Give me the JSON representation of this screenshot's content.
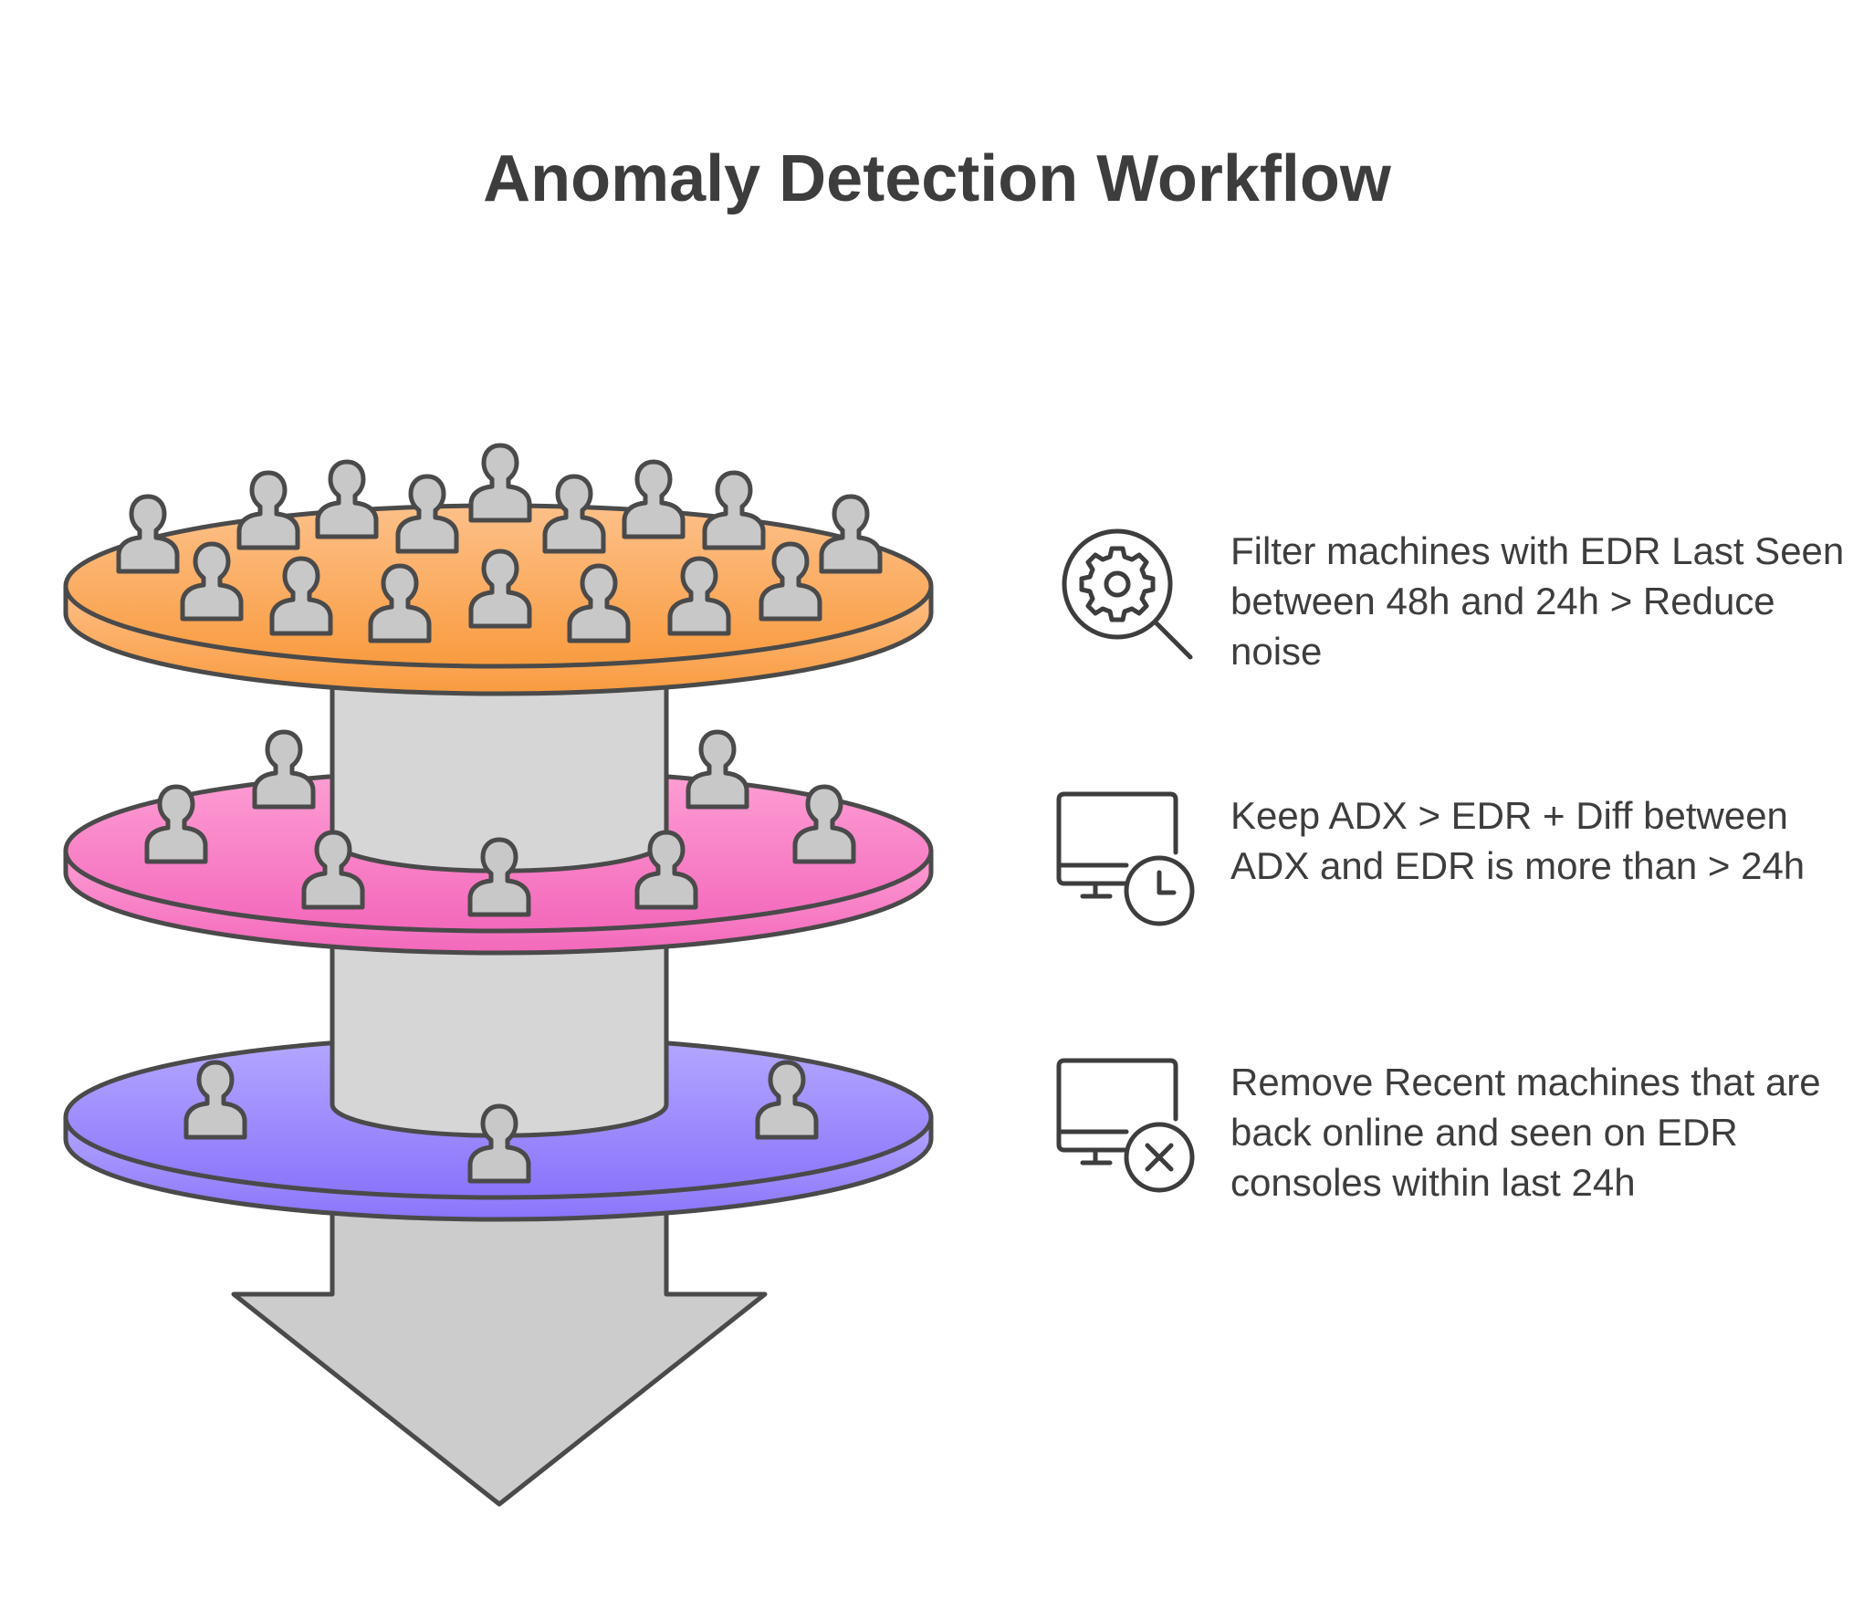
{
  "title": "Anomaly Detection Workflow",
  "colors": {
    "stroke": "#4a4a4a",
    "core_fill": "#d6d6d6",
    "arrow_fill": "#cccccc",
    "person_fill": "#c8c8c8",
    "layer1_top": "#fdc089",
    "layer1_bottom": "#f99b3f",
    "layer2_top": "#fe9fd4",
    "layer2_bottom": "#f368bb",
    "layer3_top": "#b4a8ff",
    "layer3_bottom": "#8a73fb"
  },
  "steps": [
    {
      "icon": "gear-magnifier-icon",
      "text": "Filter machines with EDR Last Seen between 48h and 24h > Reduce noise"
    },
    {
      "icon": "monitor-clock-icon",
      "text": "Keep ADX > EDR + Diff between ADX and EDR is more than > 24h"
    },
    {
      "icon": "monitor-x-icon",
      "text": "Remove Recent machines that are back online and seen on EDR consoles within last 24h"
    }
  ]
}
